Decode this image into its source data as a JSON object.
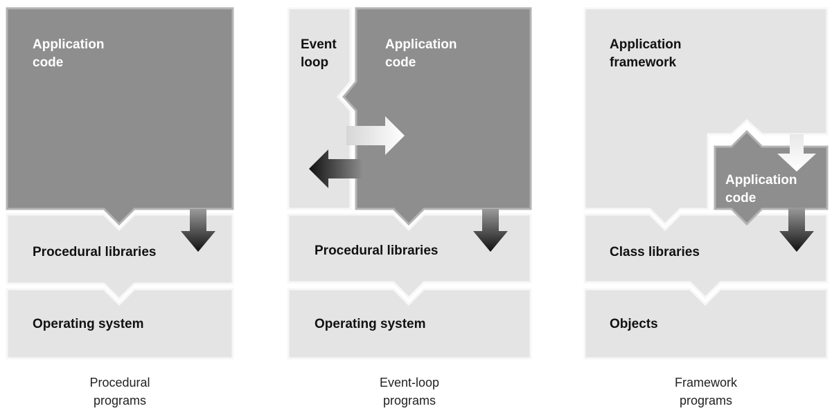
{
  "colors": {
    "dark_block": "#8e8e8e",
    "light_block": "#e4e4e4",
    "bevel_light": "#f7f7f7",
    "bevel_dark": "#9a9a9a"
  },
  "procedural": {
    "app_code": "Application\ncode",
    "libraries": "Procedural libraries",
    "os": "Operating system",
    "caption": "Procedural\nprograms"
  },
  "event_loop": {
    "event_loop": "Event\nloop",
    "app_code": "Application\ncode",
    "libraries": "Procedural libraries",
    "os": "Operating system",
    "caption": "Event-loop\nprograms"
  },
  "framework": {
    "app_framework": "Application\nframework",
    "app_code": "Application\ncode",
    "libraries": "Class libraries",
    "objects": "Objects",
    "caption": "Framework\nprograms"
  }
}
